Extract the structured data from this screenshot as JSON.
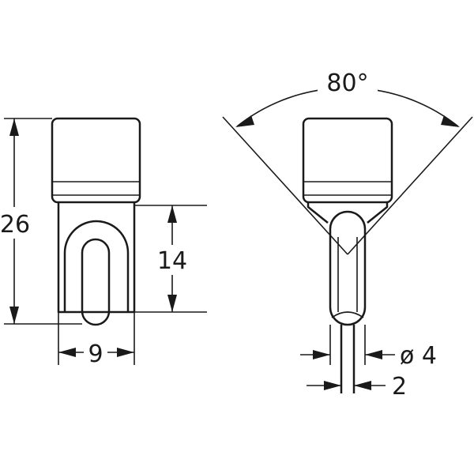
{
  "dimensions": {
    "overall_height": "26",
    "lower_height": "14",
    "width": "9",
    "angle": "80°",
    "diameter": "ø 4",
    "thickness": "2"
  }
}
